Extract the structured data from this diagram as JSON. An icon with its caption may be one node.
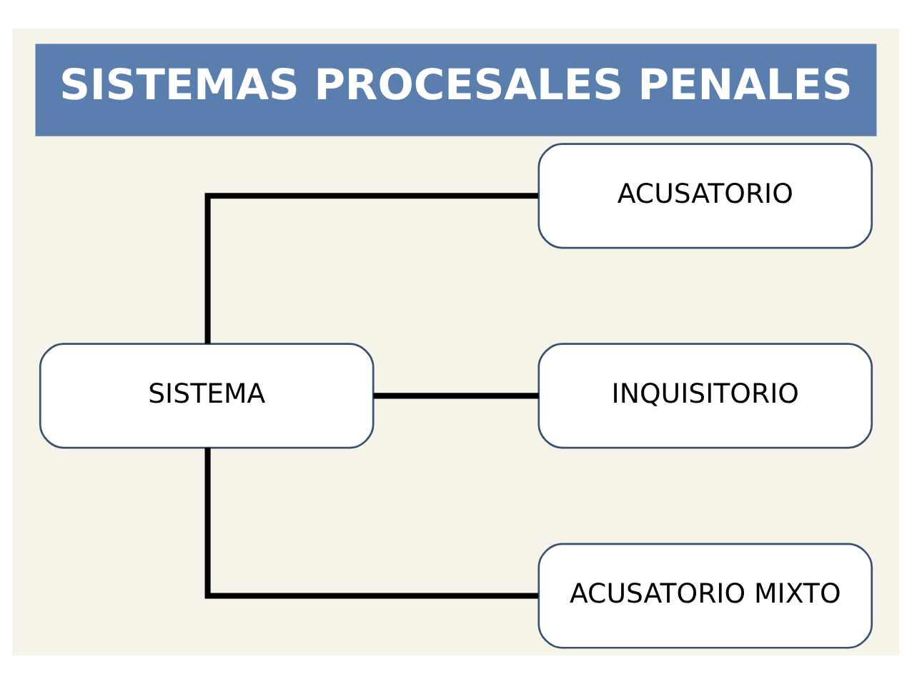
{
  "diagram": {
    "title": "SISTEMAS PROCESALES PENALES",
    "nodes": [
      {
        "text": [
          "SISTEMA"
        ]
      },
      {
        "text": [
          "ACUSATORIO"
        ]
      },
      {
        "text": [
          "INQUISITORIO"
        ]
      },
      {
        "text": [
          "ACUSATORIO MIXTO"
        ]
      }
    ],
    "edges": [
      {
        "from": 0,
        "to": 1,
        "arrow": "none"
      },
      {
        "from": 0,
        "to": 2,
        "arrow": "none"
      },
      {
        "from": 0,
        "to": 3,
        "arrow": "none"
      }
    ]
  }
}
